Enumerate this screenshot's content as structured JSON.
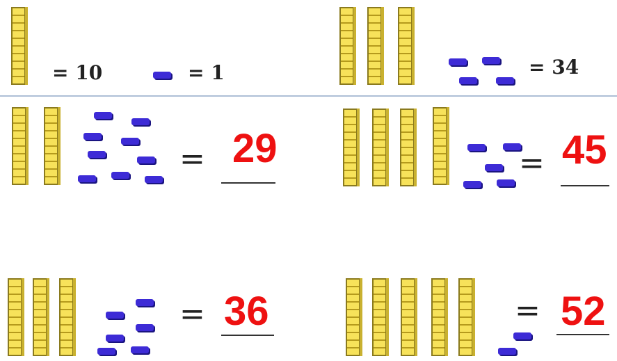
{
  "legend": {
    "rod_value": "= 10",
    "unit_value": "= 1",
    "example_value": "= 34"
  },
  "problems": [
    {
      "rods": 2,
      "units": 9,
      "equals": "=",
      "answer": "29"
    },
    {
      "rods": 4,
      "units": 5,
      "equals": "=",
      "answer": "45"
    },
    {
      "rods": 3,
      "units": 6,
      "equals": "=",
      "answer": "36"
    },
    {
      "rods": 5,
      "units": 2,
      "equals": "=",
      "answer": "52"
    }
  ],
  "colors": {
    "rod": "#f7e25a",
    "unit": "#3d2bd6",
    "answer": "#ee1111"
  }
}
